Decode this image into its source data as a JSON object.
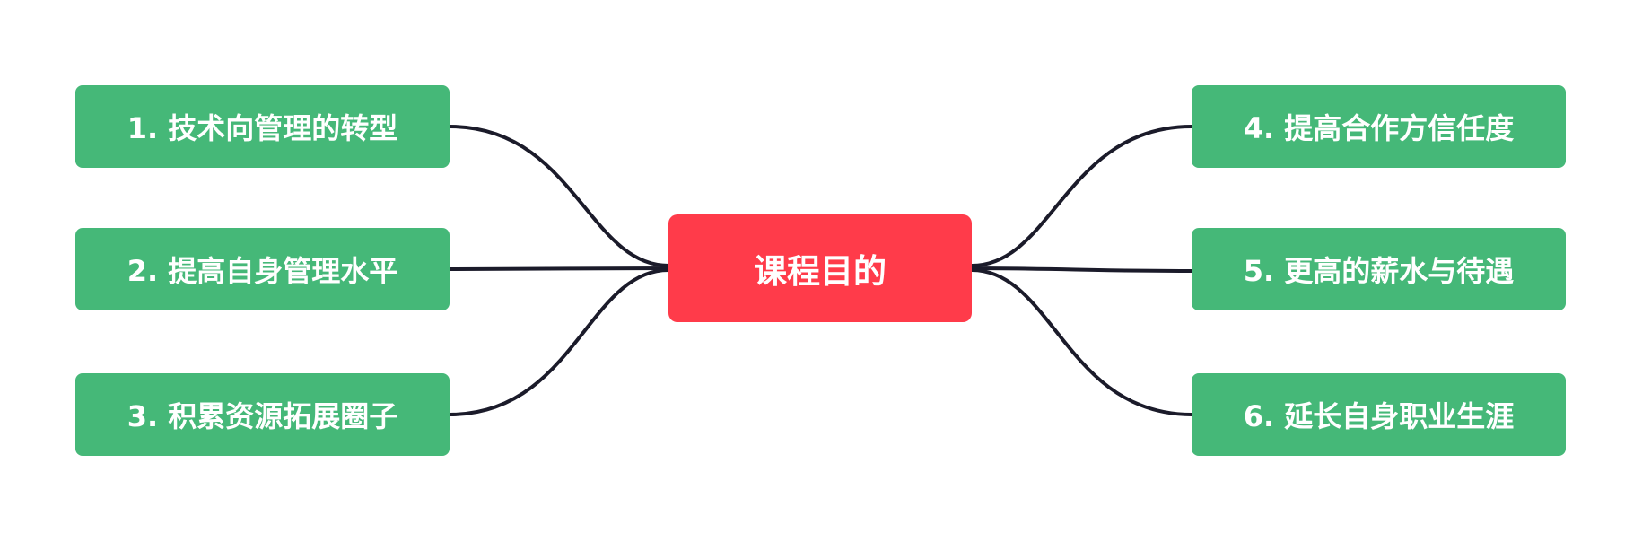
{
  "colors": {
    "center": "#ff3b4a",
    "branch": "#45b878",
    "connector": "#1b1b2a",
    "text": "#ffffff"
  },
  "center": {
    "label": "课程目的"
  },
  "branches": [
    {
      "label": "1. 技术向管理的转型"
    },
    {
      "label": "2. 提高自身管理水平"
    },
    {
      "label": "3. 积累资源拓展圈子"
    },
    {
      "label": "4. 提高合作方信任度"
    },
    {
      "label": "5. 更高的薪水与待遇"
    },
    {
      "label": "6. 延长自身职业生涯"
    }
  ]
}
